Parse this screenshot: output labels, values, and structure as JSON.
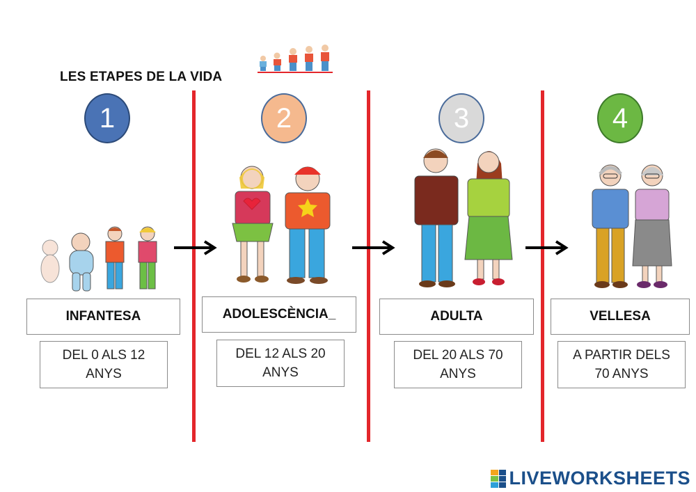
{
  "title": "LES ETAPES DE LA VIDA",
  "stages": [
    {
      "number": "1",
      "name": "INFANTESA",
      "ages": "DEL 0 ALS 12\nANYS",
      "color": "#4a73b5"
    },
    {
      "number": "2",
      "name": "ADOLESCÈNCIA_",
      "ages": "DEL 12 ALS 20\nANYS",
      "color": "#f5b98e"
    },
    {
      "number": "3",
      "name": "ADULTA",
      "ages": "DEL 20 ALS 70\nANYS",
      "color": "#d9d9d9"
    },
    {
      "number": "4",
      "name": "VELLESA",
      "ages": "A PARTIR DELS\n70 ANYS",
      "color": "#6cb843"
    }
  ],
  "logo": {
    "text": "LIVEWORKSHEETS"
  },
  "colors": {
    "separator": "#e3262b",
    "logo": "#1b4f8a"
  }
}
